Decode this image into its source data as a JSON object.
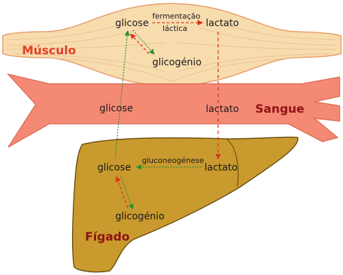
{
  "regions": {
    "muscle": "Músculo",
    "blood": "Sangue",
    "liver": "Fígado"
  },
  "muscle": {
    "glucose": "glicose",
    "lactate": "lactato",
    "glycogen": "glicogénio",
    "fermentation_line1": "fermentação",
    "fermentation_line2": "láctica"
  },
  "blood": {
    "glucose": "glicose",
    "lactate": "lactato"
  },
  "liver": {
    "glucose": "glicose",
    "lactate": "lactato",
    "glycogen": "glicogénio",
    "gluconeogenesis": "gluconeogénese"
  },
  "colors": {
    "muscle_fill": "#f7dcae",
    "muscle_stroke": "#e79c6a",
    "blood_fill": "#f58a74",
    "blood_stroke": "#e06c58",
    "liver_fill": "#c99a2e",
    "liver_stroke": "#6b4e10",
    "red_arrow": "#d9341c",
    "green_arrow": "#2d8f2d",
    "muscle_label": "#e4402a",
    "region_label": "#8f1414"
  }
}
